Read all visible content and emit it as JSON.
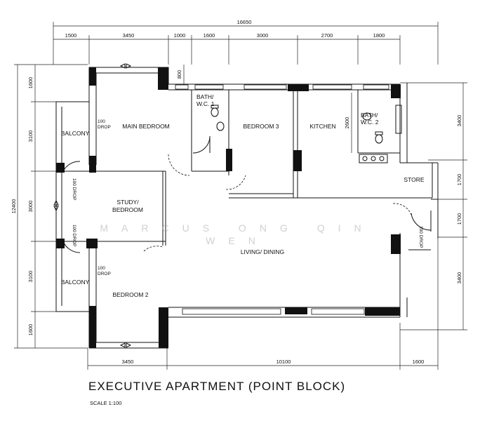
{
  "dimensions": {
    "top_total": "16650",
    "top": [
      "1500",
      "3450",
      "1000",
      "1600",
      "3000",
      "2700",
      "1800"
    ],
    "left_total": "12400",
    "left": [
      "1600",
      "3100",
      "3000",
      "3100",
      "1600"
    ],
    "right": [
      "3400",
      "1700",
      "1700",
      "3400"
    ],
    "bottom": [
      "3450",
      "10100",
      "1600"
    ],
    "inner": [
      "800",
      "2600"
    ]
  },
  "rooms": {
    "main_bedroom": "MAIN BEDROOM",
    "bedroom3": "BEDROOM 3",
    "kitchen": "KITCHEN",
    "bath1_line1": "BATH/",
    "bath1_line2": "W.C. 1",
    "bath2_line1": "BATH/",
    "bath2_line2": "W.C. 2",
    "balcony_top": "BALCONY",
    "balcony_bottom": "BALCONY",
    "study_line1": "STUDY/",
    "study_line2": "BEDROOM",
    "living": "LIVING/ DINING",
    "bedroom2": "BEDROOM 2",
    "store": "STORE"
  },
  "drops": {
    "top_line1": "100",
    "top_line2": "DROP",
    "bottom_line1": "100",
    "bottom_line2": "DROP",
    "vert_upper": "100 DROP",
    "vert_lower": "100 DROP",
    "store": "100 DROP"
  },
  "watermark": "MARCUS ONG QIN WEN",
  "title": "EXECUTIVE APARTMENT (POINT BLOCK)",
  "scale": "SCALE 1:100"
}
